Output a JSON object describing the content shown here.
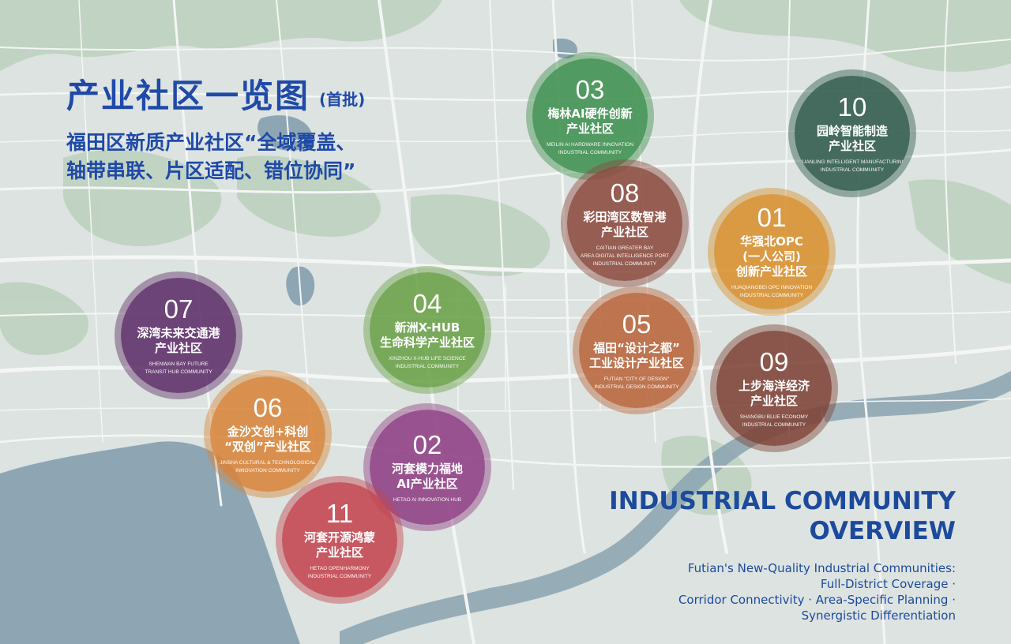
{
  "title": {
    "cn": "产业社区一览图",
    "sub": "(首批)",
    "tagline_lines": [
      "福田区新质产业社区“全域覆盖、",
      "轴带串联、片区适配、错位协同”"
    ]
  },
  "english": {
    "title_lines": [
      "INDUSTRIAL COMMUNITY",
      "OVERVIEW"
    ],
    "desc_lines": [
      "Futian's New-Quality Industrial Communities:",
      "Full-District Coverage ·",
      "Corridor Connectivity · Area-Specific Planning ·",
      "Synergistic Differentiation"
    ]
  },
  "colors": {
    "title_blue": "#1f4aa8",
    "water": "#8ea6b4",
    "land": "#dde3e1",
    "green_area": "#b9cfb8",
    "road": "#f4f6f5"
  },
  "communities": [
    {
      "number": "03",
      "cn_lines": [
        "梅林AI硬件创新",
        "产业社区"
      ],
      "en_lines": [
        "MEILIN AI HARDWARE INNOVATION",
        "INDUSTRIAL COMMUNITY"
      ],
      "color": "#3e8f4e"
    },
    {
      "number": "10",
      "cn_lines": [
        "园岭智能制造",
        "产业社区"
      ],
      "en_lines": [
        "YUANLING INTELLIGENT MANUFACTURING",
        "INDUSTRIAL COMMUNITY"
      ],
      "color": "#2f5a4a"
    },
    {
      "number": "08",
      "cn_lines": [
        "彩田湾区数智港",
        "产业社区"
      ],
      "en_lines": [
        "CAITIAN GREATER BAY",
        "AREA DIGITAL INTELLIGENCE PORT",
        "INDUSTRIAL COMMUNITY"
      ],
      "color": "#8c4a3e"
    },
    {
      "number": "01",
      "cn_lines": [
        "华强北OPC",
        "(一人公司)",
        "创新产业社区"
      ],
      "en_lines": [
        "HUAQIANGBEI OPC INNOVATION",
        "INDUSTRIAL COMMUNITY"
      ],
      "color": "#d9902e"
    },
    {
      "number": "07",
      "cn_lines": [
        "深湾未来交通港",
        "产业社区"
      ],
      "en_lines": [
        "SHENWAN BAY FUTURE",
        "TRANSIT HUB COMMUNITY"
      ],
      "color": "#5d2e68"
    },
    {
      "number": "04",
      "cn_lines": [
        "新洲X-HUB",
        "生命科学产业社区"
      ],
      "en_lines": [
        "XINZHOU X-HUB LIFE SCIENCE",
        "INDUSTRIAL COMMUNITY"
      ],
      "color": "#6aa048"
    },
    {
      "number": "05",
      "cn_lines": [
        "福田“设计之都”",
        "工业设计产业社区"
      ],
      "en_lines": [
        "FUTIAN \"CITY OF DESIGN\"",
        "INDUSTRIAL DESIGN COMMUNITY"
      ],
      "color": "#b8643a"
    },
    {
      "number": "09",
      "cn_lines": [
        "上步海洋经济",
        "产业社区"
      ],
      "en_lines": [
        "SHANGBU BLUE ECONOMY",
        "INDUSTRIAL COMMUNITY"
      ],
      "color": "#7e4236"
    },
    {
      "number": "06",
      "cn_lines": [
        "金沙文创+科创",
        "“双创”产业社区"
      ],
      "en_lines": [
        "JINSHA CULTURAL & TECHNOLOGICAL",
        "INNOVATION COMMUNITY"
      ],
      "color": "#d8843a"
    },
    {
      "number": "02",
      "cn_lines": [
        "河套模力福地",
        "AI产业社区"
      ],
      "en_lines": [
        "HETAO AI INNOVATION HUB"
      ],
      "color": "#8e3d83"
    },
    {
      "number": "11",
      "cn_lines": [
        "河套开源鸿蒙",
        "产业社区"
      ],
      "en_lines": [
        "HETAO OPENHARMONY",
        "INDUSTRIAL COMMUNITY"
      ],
      "color": "#c4444e"
    }
  ]
}
